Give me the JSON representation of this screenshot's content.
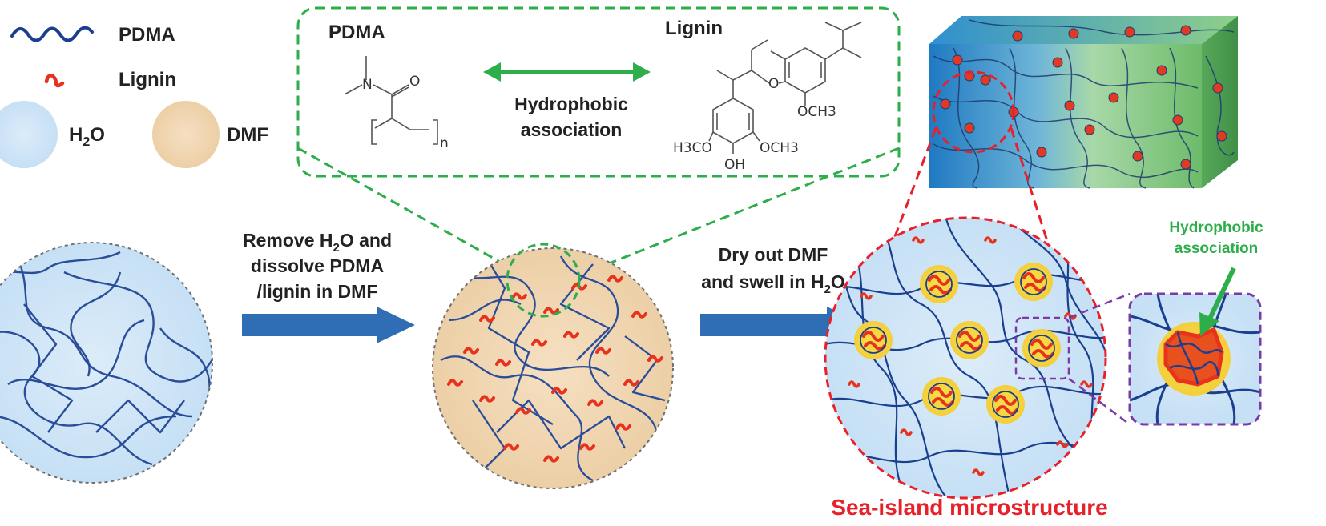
{
  "legend": {
    "pdma": "PDMA",
    "lignin": "Lignin",
    "water_main": "H",
    "water_sub": "2",
    "water_tail": "O",
    "dmf": "DMF"
  },
  "inset": {
    "pdma_title": "PDMA",
    "lignin_title": "Lignin",
    "assoc_line1": "Hydrophobic",
    "assoc_line2": "association",
    "chem": {
      "carbonyl_o": "O",
      "amide_n": "N",
      "repeat_n": "n",
      "ether_o": "O",
      "och3_right": "OCH3",
      "h3co_left": "H3CO",
      "och3_bottom": "OCH3",
      "oh": "OH"
    }
  },
  "step1": {
    "line1_main": "Remove H",
    "line1_sub": "2",
    "line1_tail": "O and",
    "line2": "dissolve PDMA",
    "line3": "/lignin in DMF"
  },
  "step2": {
    "line1": "Dry out DMF",
    "line2_main": "and swell in H",
    "line2_sub": "2",
    "line2_tail": "O"
  },
  "zoom_label": {
    "line1": "Hydrophobic",
    "line2": "association"
  },
  "caption": "Sea-island microstructure",
  "colors": {
    "pdma_chain": "#1b3f8f",
    "lignin": "#e8321e",
    "water": "#cfe6f7",
    "dmf": "#f2d6b0",
    "arrow": "#2f6db5",
    "inset_border": "#2eae4a",
    "red_dash": "#e8202a",
    "purple_dash": "#7b3aa6",
    "island_glow": "#f5dc4a",
    "caption": "#e8202a",
    "label_green": "#2eae4a"
  }
}
